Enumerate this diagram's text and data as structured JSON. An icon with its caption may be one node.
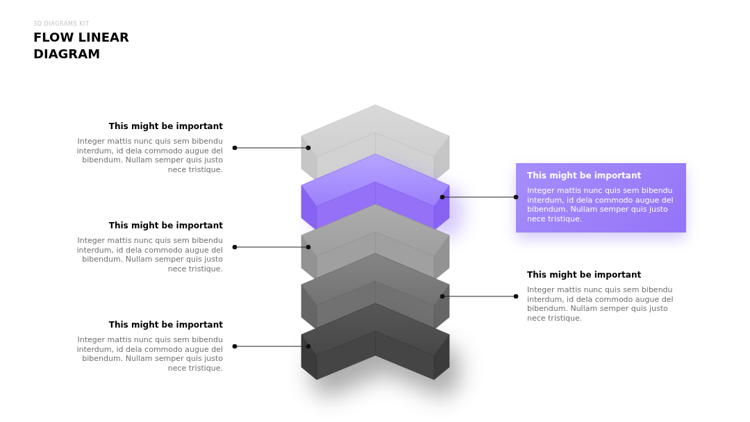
{
  "diagram": {
    "title": "FLOW LINEAR DIAGRAM",
    "nodes": [
      {
        "text": [
          "This might be important",
          "Integer mattis nunc quis sem bibendu interdum, id dela commodo augue del bibendum. Nullam semper quis justo nece tristique."
        ]
      },
      {
        "text": [
          "This might be important",
          "Integer mattis nunc quis sem bibendu interdum, id dela commodo augue del bibendum. Nullam semper quis justo nece tristique."
        ]
      },
      {
        "text": [
          "This might be important",
          "Integer mattis nunc quis sem bibendu interdum, id dela commodo augue del bibendum. Nullam semper quis justo nece tristique."
        ]
      },
      {
        "text": [
          "This might be important",
          "Integer mattis nunc quis sem bibendu interdum, id dela commodo augue del bibendum. Nullam semper quis justo nece tristique."
        ]
      },
      {
        "text": [
          "This might be important",
          "Integer mattis nunc quis sem bibendu interdum, id dela commodo augue del bibendum. Nullam semper quis justo nece tristique."
        ]
      },
      {
        "text": [],
        "shape": "chevron"
      },
      {
        "text": [],
        "shape": "chevron"
      },
      {
        "text": [],
        "shape": "chevron"
      },
      {
        "text": [],
        "shape": "chevron"
      },
      {
        "text": [],
        "shape": "chevron"
      }
    ],
    "edges": [
      {
        "from": 0,
        "to": 5,
        "arrow": "other"
      },
      {
        "from": 1,
        "to": 6,
        "arrow": "other"
      },
      {
        "from": 2,
        "to": 7,
        "arrow": "other"
      },
      {
        "from": 3,
        "to": 8,
        "arrow": "other"
      },
      {
        "from": 4,
        "to": 9,
        "arrow": "other"
      }
    ],
    "labels": [
      "3D DIAGRAMS KIT"
    ]
  }
}
